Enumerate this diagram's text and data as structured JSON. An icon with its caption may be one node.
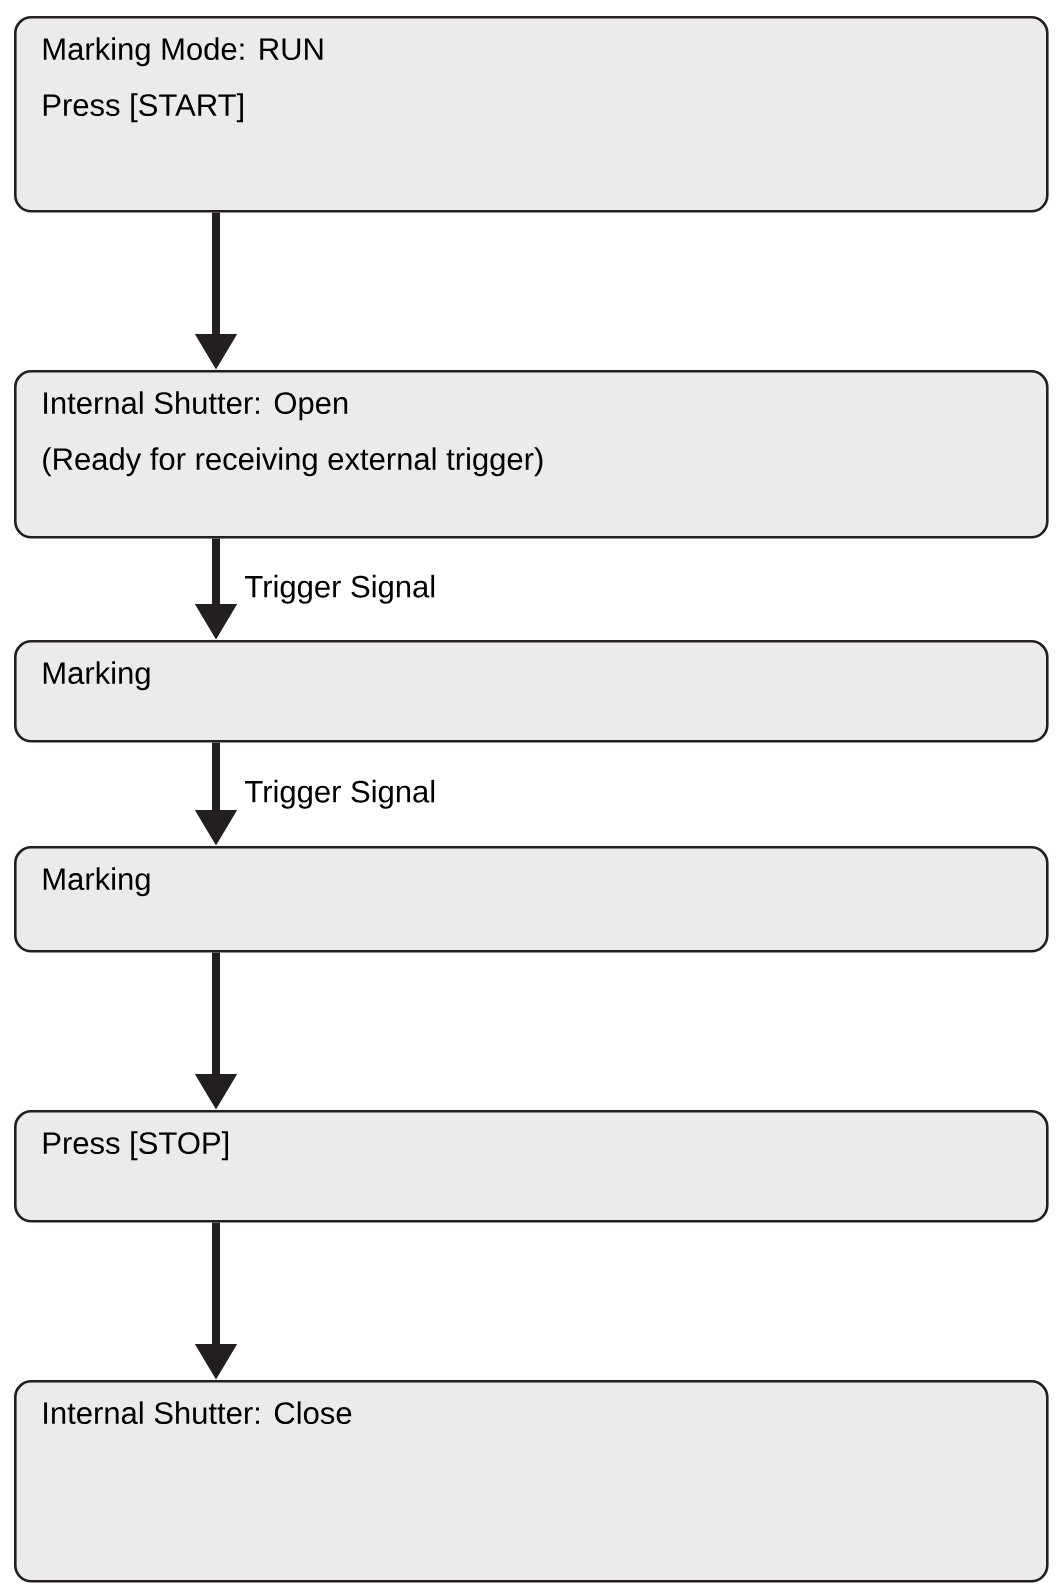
{
  "diagram": {
    "nodes": [
      {
        "text": [
          "Marking Mode: RUN",
          "Press [START]"
        ]
      },
      {
        "text": [
          "Internal Shutter: Open",
          "(Ready for receiving external trigger)"
        ]
      },
      {
        "text": [
          "Marking"
        ]
      },
      {
        "text": [
          "Marking"
        ]
      },
      {
        "text": [
          "Press [STOP]"
        ]
      },
      {
        "text": [
          "Internal Shutter: Close"
        ]
      }
    ],
    "edges": [
      {
        "from": 0,
        "to": 1,
        "arrow": "to"
      },
      {
        "from": 1,
        "to": 2,
        "arrow": "to",
        "label": "Trigger Signal"
      },
      {
        "from": 2,
        "to": 3,
        "arrow": "to",
        "label": "Trigger Signal"
      },
      {
        "from": 3,
        "to": 4,
        "arrow": "to"
      },
      {
        "from": 4,
        "to": 5,
        "arrow": "to"
      }
    ]
  }
}
